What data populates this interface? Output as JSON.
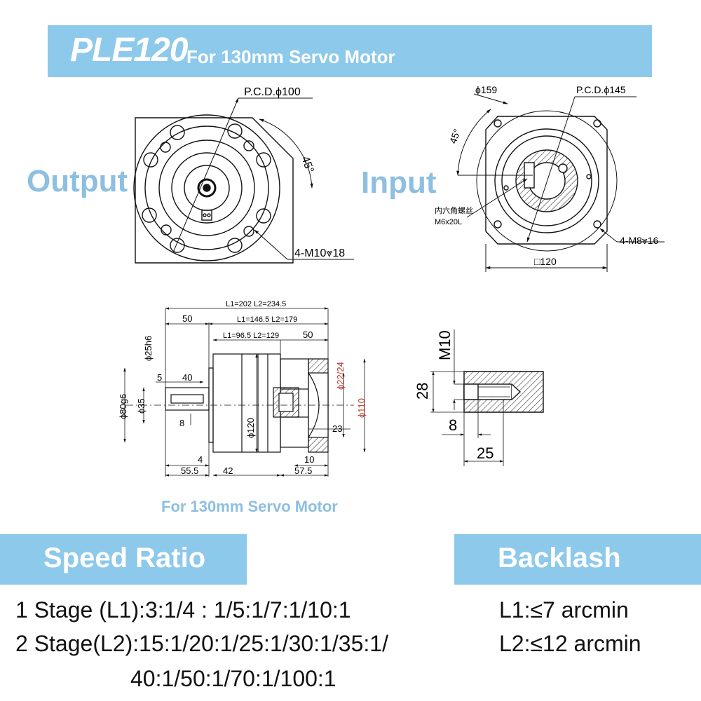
{
  "header": {
    "model": "PLE120",
    "subtitle": "For 130mm Servo Motor"
  },
  "views": {
    "output": "Output",
    "input": "Input"
  },
  "dimensions": {
    "output_pcd": "P.C.D.ϕ100",
    "output_angle": "45°",
    "output_holes": "4-M10⩔18",
    "input_outer": "ϕ159",
    "input_pcd": "P.C.D.ϕ145",
    "input_angle": "45°",
    "input_screw_cn": "内六角螺丝",
    "input_screw": "M6x20L",
    "input_holes": "4-M8⩔16",
    "input_square": "□120",
    "len_total": "L1=202   L2=234.5",
    "len_mid": "L1=146.5   L2=179",
    "len_inner": "L1=96.5   L2=129",
    "d_50_left": "50",
    "d_50_right": "50",
    "d_25": "ϕ25h6",
    "d_80": "ϕ80g6",
    "d_35": "ϕ35",
    "d_5": "5",
    "d_40": "40",
    "d_8": "8",
    "d_120": "ϕ120",
    "d_2224": "ϕ22/24",
    "d_110": "ϕ110",
    "d_23": "23",
    "d_4": "4",
    "d_10": "10",
    "d_555": "55.5",
    "d_42": "42",
    "d_575": "57.5",
    "key_m10": "M10",
    "key_28": "28",
    "key_8": "8",
    "key_25": "25"
  },
  "caption": "For 130mm Servo Motor",
  "speed_ratio": {
    "heading": "Speed Ratio",
    "l1": "1 Stage (L1):3:1/4 : 1/5:1/7:1/10:1",
    "l2_line1": "2 Stage(L2):15:1/20:1/25:1/30:1/35:1/",
    "l2_line2": "40:1/50:1/70:1/100:1"
  },
  "backlash": {
    "heading": "Backlash",
    "l1": "L1:≤7 arcmin",
    "l2": "L2:≤12 arcmin"
  },
  "colors": {
    "banner": "#8dc9ea",
    "label": "#8dbfe0",
    "red_dim": "#c0392b"
  }
}
